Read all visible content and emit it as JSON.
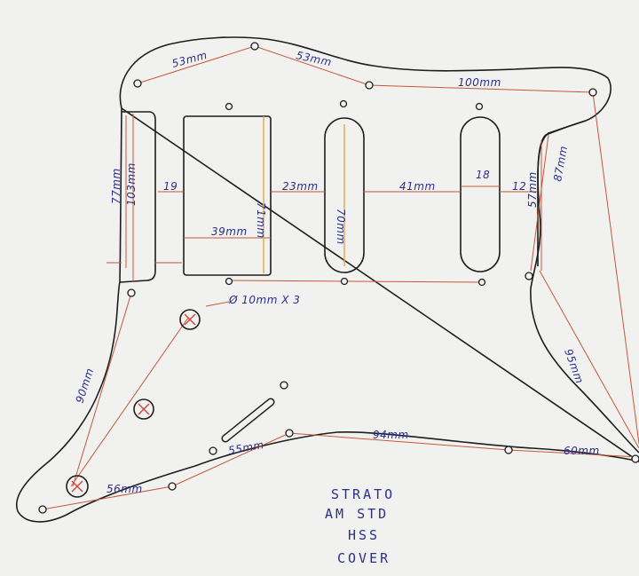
{
  "dimensions": {
    "top_left": "53mm",
    "top_mid": "53mm",
    "top_right": "100mm",
    "height_inner": "77mm",
    "height_outer": "103mm",
    "gap_19": "19",
    "humbucker_height": "71mm",
    "humbucker_width": "39mm",
    "gap_23": "23mm",
    "single_height": "70mm",
    "gap_41": "41mm",
    "single_width": "18",
    "gap_12": "12",
    "right_57": "57mm",
    "right_87": "87mm",
    "hole_note": "Ø 10mm X 3",
    "left_90": "90mm",
    "right_95": "95mm",
    "bottom_56": "56mm",
    "bottom_55": "55mm",
    "bottom_94": "94mm",
    "bottom_60": "60mm"
  },
  "title_lines": [
    "STRATO",
    "AM  STD",
    "HSS",
    "COVER"
  ]
}
